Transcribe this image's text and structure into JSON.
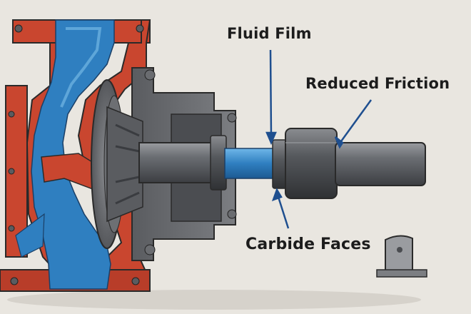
{
  "callouts": {
    "fluid_film": "Fluid Film",
    "reduced_friction": "Reduced Friction",
    "carbide_faces": "Carbide Faces"
  },
  "colors": {
    "casing_red": "#c9462f",
    "fluid_blue": "#2f7fc0",
    "metal_gray": "#5f6165",
    "shaft_gray": "#75787d",
    "leader_blue": "#1f4f8f",
    "background": "#e9e6e0"
  }
}
